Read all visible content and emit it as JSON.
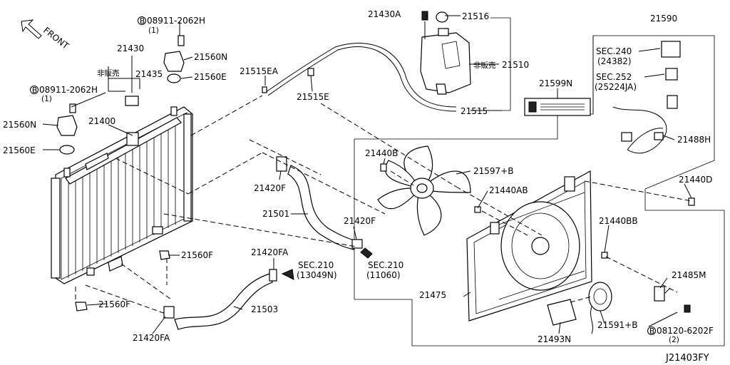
{
  "diagram": {
    "front_label": "FRONT",
    "code": "J21403FY",
    "callouts": {
      "p21430A": "21430A",
      "p21516": "21516",
      "p21590": "21590",
      "bolt1_code": "08911-2062H",
      "bolt1_qty": "(1)",
      "bolt2_code": "08911-2062H",
      "bolt2_qty": "(1)",
      "p21430": "21430",
      "p21560N_top": "21560N",
      "notsold1": "非販売",
      "p21435": "21435",
      "p21560E_top": "21560E",
      "p21515EA": "21515EA",
      "p21515E": "21515E",
      "notsold2": "非販売",
      "p21510": "21510",
      "p21515": "21515",
      "p21599N": "21599N",
      "sec240": "SEC.240",
      "sec240_sub": "(24382)",
      "sec252": "SEC.252",
      "sec252_sub": "(25224JA)",
      "p21488H": "21488H",
      "p21560N_left": "21560N",
      "p21400": "21400",
      "p21560E_left": "21560E",
      "p21440B": "21440B",
      "p21597B": "21597+B",
      "p21420F_a": "21420F",
      "p21440AB": "21440AB",
      "p21440D": "21440D",
      "p21501": "21501",
      "p21420F_b": "21420F",
      "p21440BB": "21440BB",
      "p21560F_mid": "21560F",
      "p21420FA_top": "21420FA",
      "sec210a": "SEC.210",
      "sec210a_sub": "(13049N)",
      "sec210b": "SEC.210",
      "sec210b_sub": "(11060)",
      "p21485M": "21485M",
      "p21475": "21475",
      "p21560F_low": "21560F",
      "p21503": "21503",
      "p21591B": "21591+B",
      "bolt3_code": "08120-6202F",
      "bolt3_qty": "(2)",
      "p21420FA_bottom": "21420FA",
      "p21493N": "21493N"
    }
  }
}
